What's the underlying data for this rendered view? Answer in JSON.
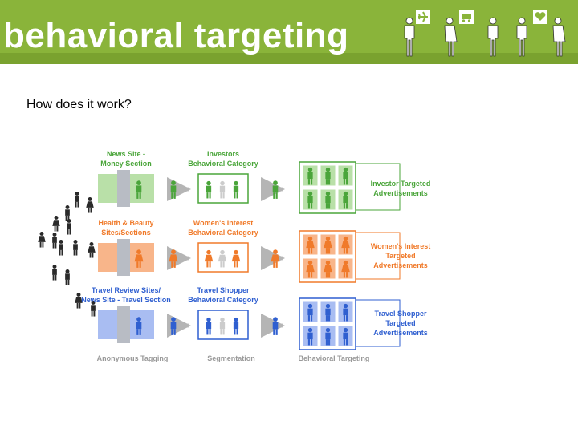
{
  "banner": {
    "title": "behavioral targeting"
  },
  "subtitle": "How does it work?",
  "colors": {
    "banner": "#8ab43a",
    "green": "#4aa53a",
    "orange": "#f07a2a",
    "blue": "#2f5fd0",
    "gray": "#9a9a9a"
  },
  "icons": [
    "airplane-icon",
    "car-icon",
    "heart-icon",
    "person-icon"
  ],
  "rows": [
    {
      "key": "investor",
      "source": [
        "News Site -",
        "Money Section"
      ],
      "category": [
        "Investors",
        "Behavioral Category"
      ],
      "ads": [
        "Investor Targeted",
        "Advertisements"
      ]
    },
    {
      "key": "women",
      "source": [
        "Health & Beauty",
        "Sites/Sections"
      ],
      "category": [
        "Women's Interest",
        "Behavioral Category"
      ],
      "ads": [
        "Women's Interest",
        "Targeted",
        "Advertisements"
      ]
    },
    {
      "key": "travel",
      "source": [
        "Travel Review Sites/",
        "News Site - Travel Section"
      ],
      "category": [
        "Travel Shopper",
        "Behavioral Category"
      ],
      "ads": [
        "Travel Shopper",
        "Targeted",
        "Advertisements"
      ]
    }
  ],
  "stages": [
    "Anonymous Tagging",
    "Segmentation",
    "Behavioral Targeting"
  ]
}
